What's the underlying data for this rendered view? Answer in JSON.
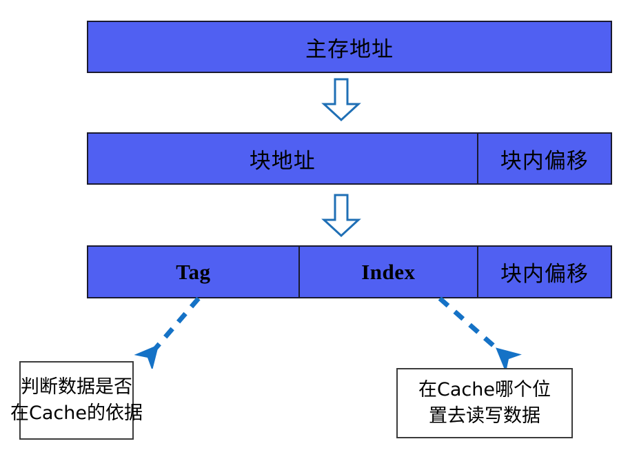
{
  "diagram": {
    "title": "Cache address decomposition diagram",
    "colors": {
      "field_fill": "#5060F2",
      "field_border": "#1a1a2e",
      "block_arrow_stroke": "#1F6FB5",
      "dashed_arrow": "#1572C6",
      "caption_border": "#3a3a3a",
      "text": "#000000",
      "background": "#ffffff"
    },
    "rows": [
      {
        "id": "main-address",
        "name": "main-memory-address-row",
        "cells": [
          {
            "label": "主存地址",
            "script": "cjk",
            "flex": 1
          }
        ]
      },
      {
        "id": "block-split",
        "name": "block-address-row",
        "cells": [
          {
            "label": "块地址",
            "script": "cjk",
            "flex": 568
          },
          {
            "label": "块内偏移",
            "script": "cjk",
            "flex": 194
          }
        ]
      },
      {
        "id": "field-split",
        "name": "tag-index-offset-row",
        "cells": [
          {
            "label": "Tag",
            "script": "latin",
            "flex": 308
          },
          {
            "label": "Index",
            "script": "latin",
            "flex": 260
          },
          {
            "label": "块内偏移",
            "script": "cjk",
            "flex": 194
          }
        ]
      }
    ],
    "block_arrows": [
      {
        "name": "arrow-main-to-block",
        "direction": "down"
      },
      {
        "name": "arrow-block-to-fields",
        "direction": "down"
      }
    ],
    "dashed_arrows": [
      {
        "name": "dashed-arrow-tag",
        "from": "Tag",
        "to": "判断数据是否在Cache的依据",
        "direction": "down-left"
      },
      {
        "name": "dashed-arrow-index",
        "from": "Index",
        "to": "在Cache哪个位置去读写数据",
        "direction": "down-right"
      }
    ],
    "captions": [
      {
        "name": "caption-tag",
        "lines": [
          "判断数据是否",
          "在Cache的依据"
        ]
      },
      {
        "name": "caption-index",
        "lines": [
          "在Cache哪个位",
          "置去读写数据"
        ]
      }
    ]
  }
}
